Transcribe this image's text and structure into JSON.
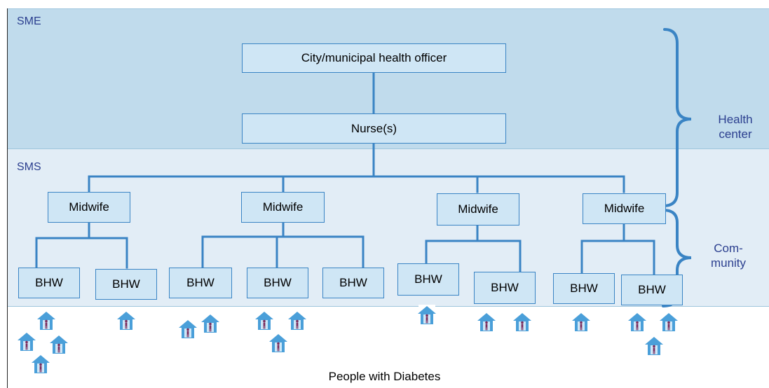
{
  "bands": {
    "sme": "SME",
    "sms": "SMS"
  },
  "nodes": {
    "officer": "City/municipal health officer",
    "nurse": "Nurse(s)",
    "midwives": [
      "Midwife",
      "Midwife",
      "Midwife",
      "Midwife"
    ],
    "bhws": [
      "BHW",
      "BHW",
      "BHW",
      "BHW",
      "BHW",
      "BHW",
      "BHW",
      "BHW",
      "BHW"
    ]
  },
  "side_labels": {
    "health_center_line1": "Health",
    "health_center_line2": "center",
    "community_line1": "Com-",
    "community_line2": "munity"
  },
  "footer": "People with Diabetes",
  "colors": {
    "sme_band": "#c0dbec",
    "sms_band": "#e2edf6",
    "connector": "#3a84c4",
    "label": "#2b3f8f",
    "house": "#4a9fd9",
    "person": "#7a2b5c"
  },
  "icons": {
    "household": "house-with-person-icon",
    "brace": "curly-brace-icon"
  }
}
